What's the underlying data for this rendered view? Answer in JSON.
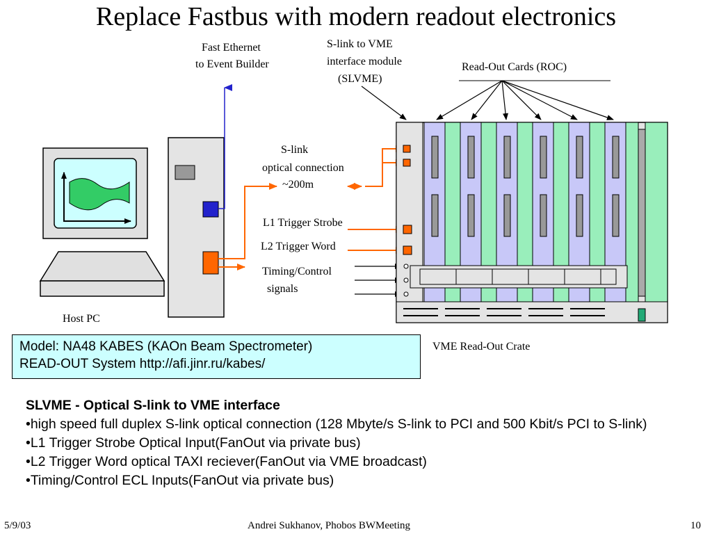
{
  "title": "Replace Fastbus with modern readout electronics",
  "diagram": {
    "fast_ethernet": [
      "Fast Ethernet",
      "to Event Builder"
    ],
    "slvme_label": [
      "S-link to VME",
      "interface module",
      "(SLVME)"
    ],
    "roc_label": "Read-Out Cards (ROC)",
    "slink_label": [
      "S-link",
      "optical connection",
      "~200m"
    ],
    "l1_label": "L1 Trigger Strobe",
    "l2_label": "L2 Trigger Word",
    "timing_label": [
      "Timing/Control",
      "signals"
    ],
    "host_pc": "Host PC",
    "vme_crate": "VME Read-Out Crate",
    "colors": {
      "orange": "#ff6600",
      "blue": "#2222cc",
      "roc": "#c8c8f8",
      "green": "#99eebb"
    }
  },
  "model_box": {
    "line1": "Model: NA48 KABES (KAOn Beam Spectrometer)",
    "line2": "READ-OUT System http://afi.jinr.ru/kabes/"
  },
  "bullets": {
    "heading": "SLVME - Optical S-link to VME interface",
    "items": [
      "•high speed full duplex S-link optical connection (128 Mbyte/s S-link to PCI and 500 Kbit/s PCI to S-link)",
      "•L1 Trigger Strobe Optical Input(FanOut via  private bus)",
      "•L2 Trigger Word optical TAXI reciever(FanOut via  VME broadcast)",
      "•Timing/Control ECL Inputs(FanOut via private bus)"
    ]
  },
  "footer": {
    "date": "5/9/03",
    "author": "Andrei Sukhanov, Phobos BWMeeting",
    "page": "10"
  }
}
